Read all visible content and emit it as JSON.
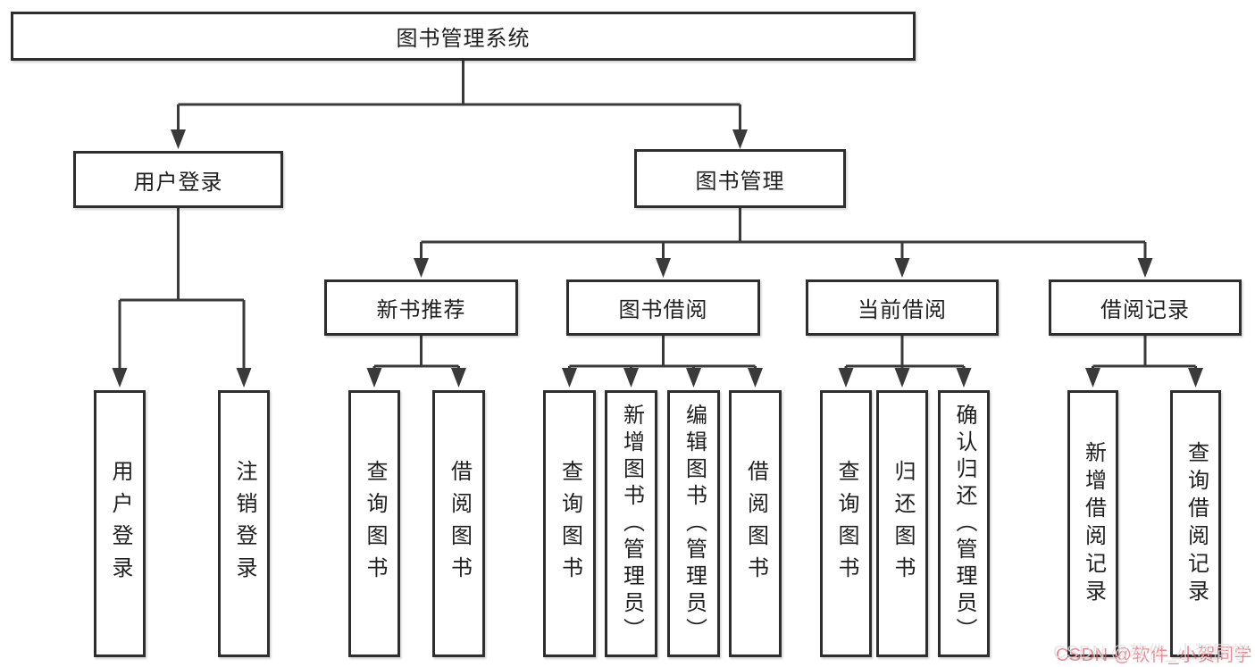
{
  "diagram": {
    "root": {
      "label": "图书管理系统"
    },
    "level2": [
      {
        "label": "用户登录"
      },
      {
        "label": "图书管理"
      }
    ],
    "level3": [
      {
        "label": "新书推荐",
        "parent": "图书管理"
      },
      {
        "label": "图书借阅",
        "parent": "图书管理"
      },
      {
        "label": "当前借阅",
        "parent": "图书管理"
      },
      {
        "label": "借阅记录",
        "parent": "图书管理"
      }
    ],
    "level4": [
      {
        "label": "用户登录",
        "parent": "用户登录"
      },
      {
        "label": "注销登录",
        "parent": "用户登录"
      },
      {
        "label": "查询图书",
        "parent": "新书推荐"
      },
      {
        "label": "借阅图书",
        "parent": "新书推荐"
      },
      {
        "label": "查询图书",
        "parent": "图书借阅"
      },
      {
        "label": "新增图书（管理员）",
        "parent": "图书借阅"
      },
      {
        "label": "编辑图书（管理员）",
        "parent": "图书借阅"
      },
      {
        "label": "借阅图书",
        "parent": "图书借阅"
      },
      {
        "label": "查询图书",
        "parent": "当前借阅"
      },
      {
        "label": "归还图书",
        "parent": "当前借阅"
      },
      {
        "label": "确认归还（管理员）",
        "parent": "当前借阅"
      },
      {
        "label": "新增借阅记录",
        "parent": "借阅记录"
      },
      {
        "label": "查询借阅记录",
        "parent": "借阅记录"
      }
    ],
    "watermark": {
      "text": "CSDN @软件_小贺同学"
    },
    "colors": {
      "line": "#3a3a3a",
      "box_border": "#2e2e2e",
      "text": "#1f1f1f",
      "background": "#ffffff",
      "watermark_pink": "#e65c68",
      "watermark_fill": "#e0e0e0"
    }
  }
}
